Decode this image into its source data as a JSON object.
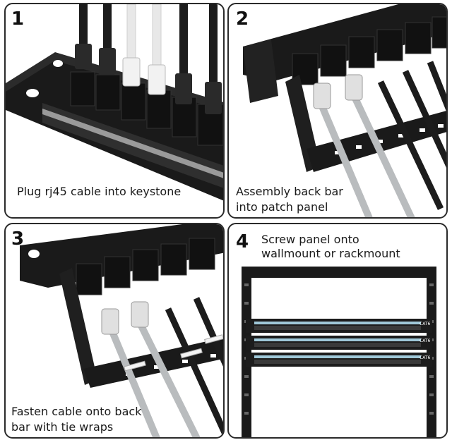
{
  "steps": [
    {
      "number": "1",
      "caption": "Plug rj45 cable into keystone"
    },
    {
      "number": "2",
      "caption_line1": "Assembly back bar",
      "caption_line2": "into patch panel"
    },
    {
      "number": "3",
      "caption_line1": "Fasten cable onto back",
      "caption_line2": "bar with tie wraps"
    },
    {
      "number": "4",
      "caption_line1": "Screw panel onto",
      "caption_line2": "wallmount or rackmount"
    }
  ],
  "rack": {
    "panel_label": "CAT6"
  },
  "colors": {
    "panel_black": "#161616",
    "cable_white": "#e8e8e8",
    "cable_gray": "#b9bcbe",
    "cable_black": "#1c1c1c",
    "border": "#2a2a2a"
  }
}
